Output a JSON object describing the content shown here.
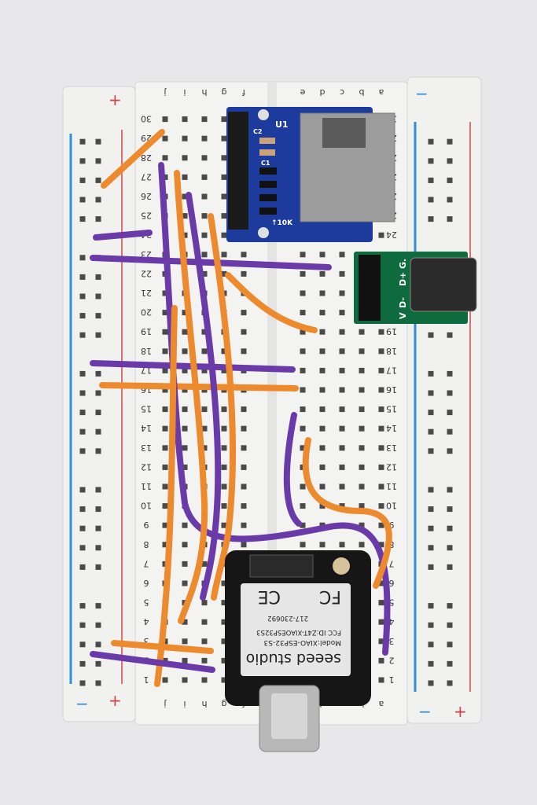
{
  "breadboard": {
    "left_columns": [
      "j",
      "i",
      "h",
      "g",
      "f"
    ],
    "right_columns": [
      "e",
      "d",
      "c",
      "b",
      "a"
    ],
    "rows": [
      "1",
      "2",
      "3",
      "4",
      "5",
      "6",
      "7",
      "8",
      "9",
      "10",
      "11",
      "12",
      "13",
      "14",
      "15",
      "16",
      "17",
      "18",
      "19",
      "20",
      "21",
      "22",
      "23",
      "24",
      "25",
      "26",
      "27",
      "28",
      "29",
      "30"
    ],
    "rail_plus": "+",
    "rail_minus": "−",
    "colors": {
      "body": "#f1f1f0",
      "rail_red": "#e07070",
      "rail_blue": "#2f8fd8"
    }
  },
  "sd_module": {
    "labels": {
      "u1": "U1",
      "c1": "C1",
      "c2": "C2",
      "resistor": "↑10K"
    },
    "color": "#1c3b9c"
  },
  "usb_c_breakout": {
    "pins": [
      "V",
      "D-",
      "D+",
      "G."
    ],
    "color": "#0e6b3e"
  },
  "xiao": {
    "brand": "seeed studio",
    "model": "Model:XIAO-ESP32-S3",
    "fcc_id": "FCC ID:Z4T-XIAOESP32S3",
    "cert": "217-230692",
    "ce": "CE",
    "fc": "FC"
  },
  "wires": {
    "purple": "#6a3aa8",
    "orange": "#ee8a2e"
  }
}
